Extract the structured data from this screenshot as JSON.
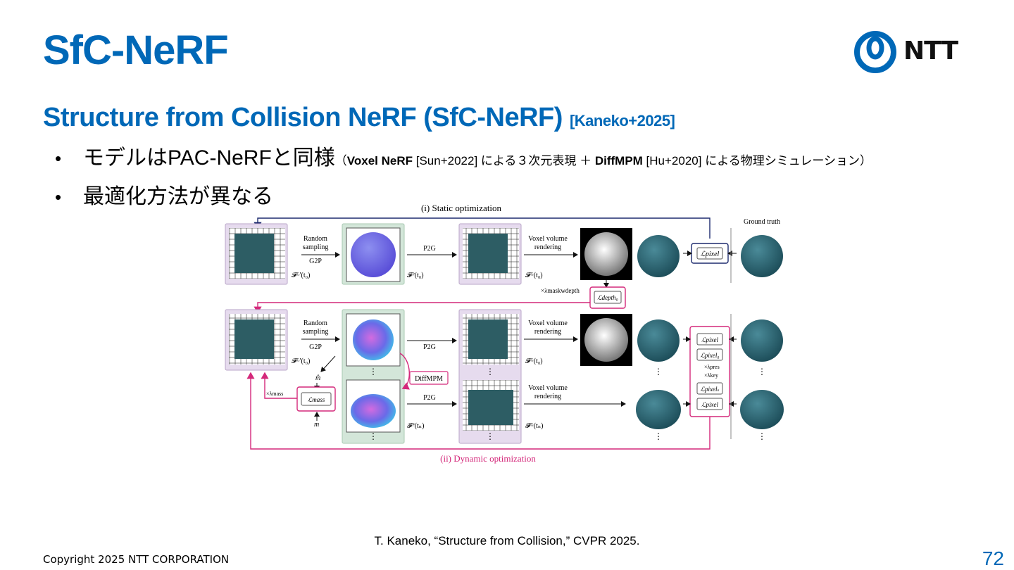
{
  "slide": {
    "title": "SfC-NeRF",
    "subtitle": "Structure from Collision NeRF (SfC-NeRF)",
    "subtitle_cite": "[Kaneko+2025]",
    "logo_text": "NTT",
    "bullets": {
      "b1_main": "モデルはPAC-NeRFと同様",
      "b1_open": "（",
      "b1_voxel": "Voxel NeRF",
      "b1_voxel_cite": " [Sun+2022] による３次元表現 ＋ ",
      "b1_diff": "DiffMPM",
      "b1_diff_cite": " [Hu+2020] による物理シミュレーション）",
      "b2": "最適化方法が異なる"
    },
    "reference": "T. Kaneko, “Structure from Collision,” CVPR 2025.",
    "copyright": "Copyright 2025 NTT CORPORATION",
    "page_number": "72"
  },
  "figure": {
    "static_label": "(i) Static optimization",
    "dynamic_label": "(ii) Dynamic optimization",
    "ground_truth": "Ground truth",
    "random_sampling_1": "Random",
    "random_sampling_2": "sampling",
    "g2p": "G2P",
    "p2g": "P2G",
    "voxel_render_1": "Voxel volume",
    "voxel_render_2": "rendering",
    "diffmpm": "DiffMPM",
    "fg_t0": "𝓕ᴳ'(t₀)",
    "fp_t0": "𝓕ᴾ(t₀)",
    "fg_t0b": "𝓕ᴳ(t₀)",
    "fp_tn": "𝓕ᴾ(tₙ)",
    "fg_tn": "𝓕ᴳ(tₙ)",
    "l_pixel": "ℒpixel",
    "l_depth": "ℒdepth₀",
    "l_mass": "ℒmass",
    "l_pixel0": "ℒpixel₀",
    "l_pixels": "ℒpixelₛ",
    "lambda_depth": "×λmaskwdepth",
    "lambda_mass": "×λmass",
    "lambda_pres": "×λpres",
    "lambda_key": "×λkey",
    "m_label": "m",
    "m_hat": "m̂",
    "ellipsis": "⋮",
    "colors": {
      "pink": "#d4287a",
      "navy": "#1d2a6e",
      "purple_bg": "#e6dbee",
      "green_bg": "#d3e6d9",
      "teal": "#2d6a78"
    }
  }
}
